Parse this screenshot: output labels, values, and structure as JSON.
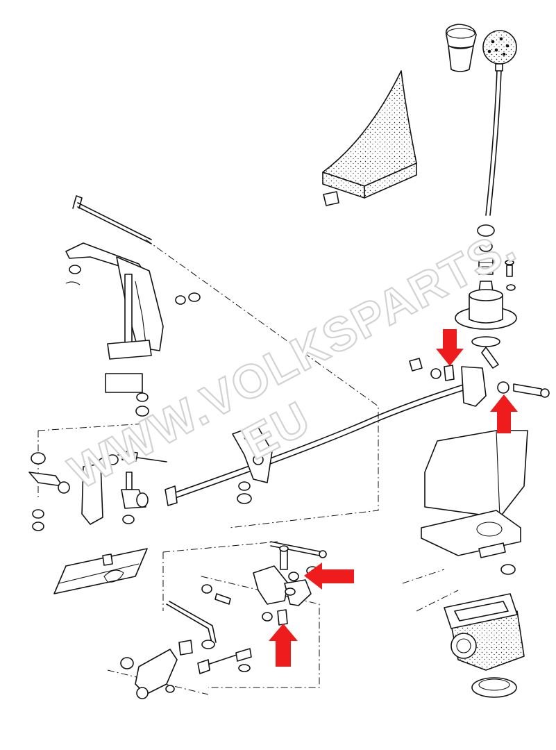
{
  "watermark": {
    "line1": "WWW.VOLKSPARTS.",
    "line2": "EU"
  },
  "colors": {
    "arrow": "#ee1c1c",
    "linework": "#111111",
    "watermark_outline": "#d2d2d2"
  },
  "callout_arrows": [
    {
      "name": "arrow-down-shift-lever-bushing",
      "direction": "down"
    },
    {
      "name": "arrow-up-shift-rod-bushing",
      "direction": "up"
    },
    {
      "name": "arrow-left-selector-bushing",
      "direction": "left"
    },
    {
      "name": "arrow-up-lower-bushing",
      "direction": "up"
    }
  ]
}
